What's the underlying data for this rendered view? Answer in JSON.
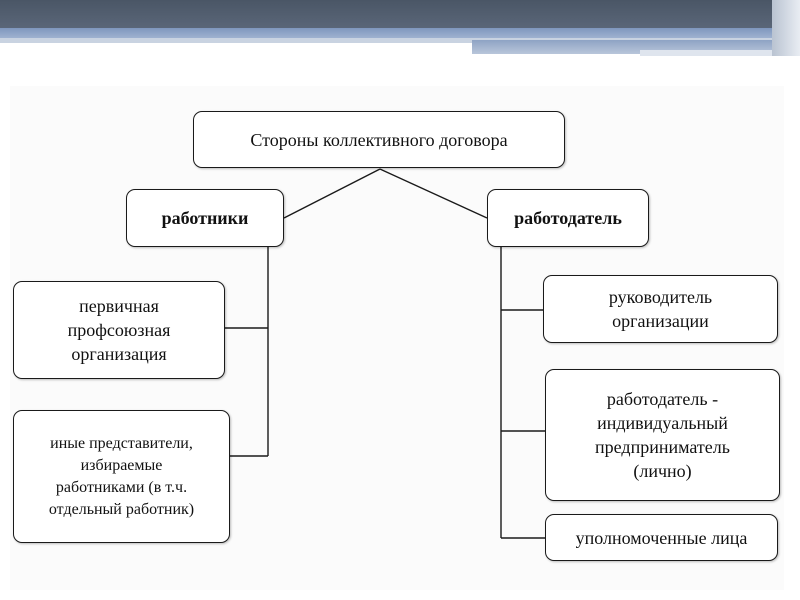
{
  "diagram": {
    "root": "Стороны коллективного договора",
    "left_branch": {
      "label": "работники",
      "children": [
        "первичная\nпрофсоюзная\nорганизация",
        "иные представители,\nизбираемые\nработниками (в т.ч.\nотдельный работник)"
      ]
    },
    "right_branch": {
      "label": "работодатель",
      "children": [
        "руководитель\nорганизации",
        "работодатель -\nиндивидуальный\nпредприниматель\n(лично)",
        "уполномоченные лица"
      ]
    }
  },
  "colors": {
    "header": "#4a5666",
    "header_accent": "#8ea3c4",
    "box_border": "#1a1a1a",
    "connector": "#1a1a1a"
  }
}
